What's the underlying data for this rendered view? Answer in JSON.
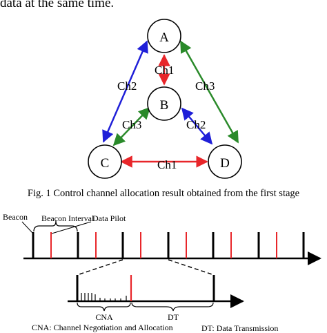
{
  "top_text": "data at the same time.",
  "nodes": {
    "a": "A",
    "b": "B",
    "c": "C",
    "d": "D"
  },
  "channels": {
    "ab": "Ch1",
    "cd": "Ch1",
    "ac": "Ch2",
    "bd": "Ch2",
    "ad": "Ch3",
    "bc": "Ch3"
  },
  "fig1_caption": "Fig. 1 Control channel allocation result obtained from the first stage",
  "timeline": {
    "beacon_label": "Beacon",
    "beacon_interval_label": "Beacon Interval",
    "data_pilot_label": "Data Pilot",
    "cna_label": "CNA",
    "dt_label": "DT",
    "cna_legend": "CNA: Channel Negotiation and Allocation",
    "dt_legend": "DT: Data Transmission"
  },
  "colors": {
    "ch1": "#e8262a",
    "ch2": "#1f1fd8",
    "ch3": "#2a8a2a",
    "beacon": "#000000",
    "pilot": "#e8262a"
  }
}
